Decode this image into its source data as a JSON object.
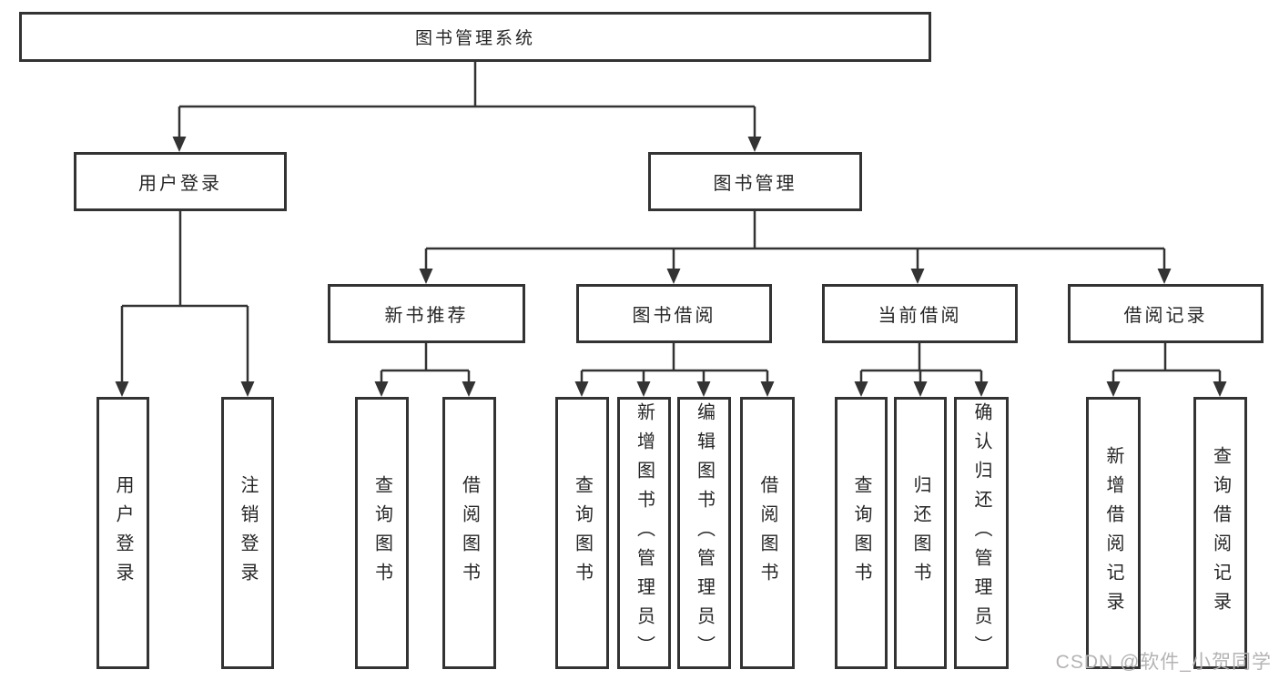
{
  "tree": {
    "label": "图书管理系统",
    "children": [
      {
        "label": "用户登录",
        "children": [
          {
            "label": "用户登录"
          },
          {
            "label": "注销登录"
          }
        ]
      },
      {
        "label": "图书管理",
        "children": [
          {
            "label": "新书推荐",
            "children": [
              {
                "label": "查询图书"
              },
              {
                "label": "借阅图书"
              }
            ]
          },
          {
            "label": "图书借阅",
            "children": [
              {
                "label": "查询图书"
              },
              {
                "label": "新增图书（管理员）"
              },
              {
                "label": "编辑图书（管理员）"
              },
              {
                "label": "借阅图书"
              }
            ]
          },
          {
            "label": "当前借阅",
            "children": [
              {
                "label": "查询图书"
              },
              {
                "label": "归还图书"
              },
              {
                "label": "确认归还（管理员）"
              }
            ]
          },
          {
            "label": "借阅记录",
            "children": [
              {
                "label": "新增借阅记录"
              },
              {
                "label": "查询借阅记录"
              }
            ]
          }
        ]
      }
    ]
  },
  "watermark": {
    "text": "CSDN @软件_小贺同学"
  },
  "colors": {
    "line": "#333333",
    "box_border": "#333333",
    "text": "#262626",
    "background": "#ffffff",
    "watermark": "#b5b3b3"
  }
}
